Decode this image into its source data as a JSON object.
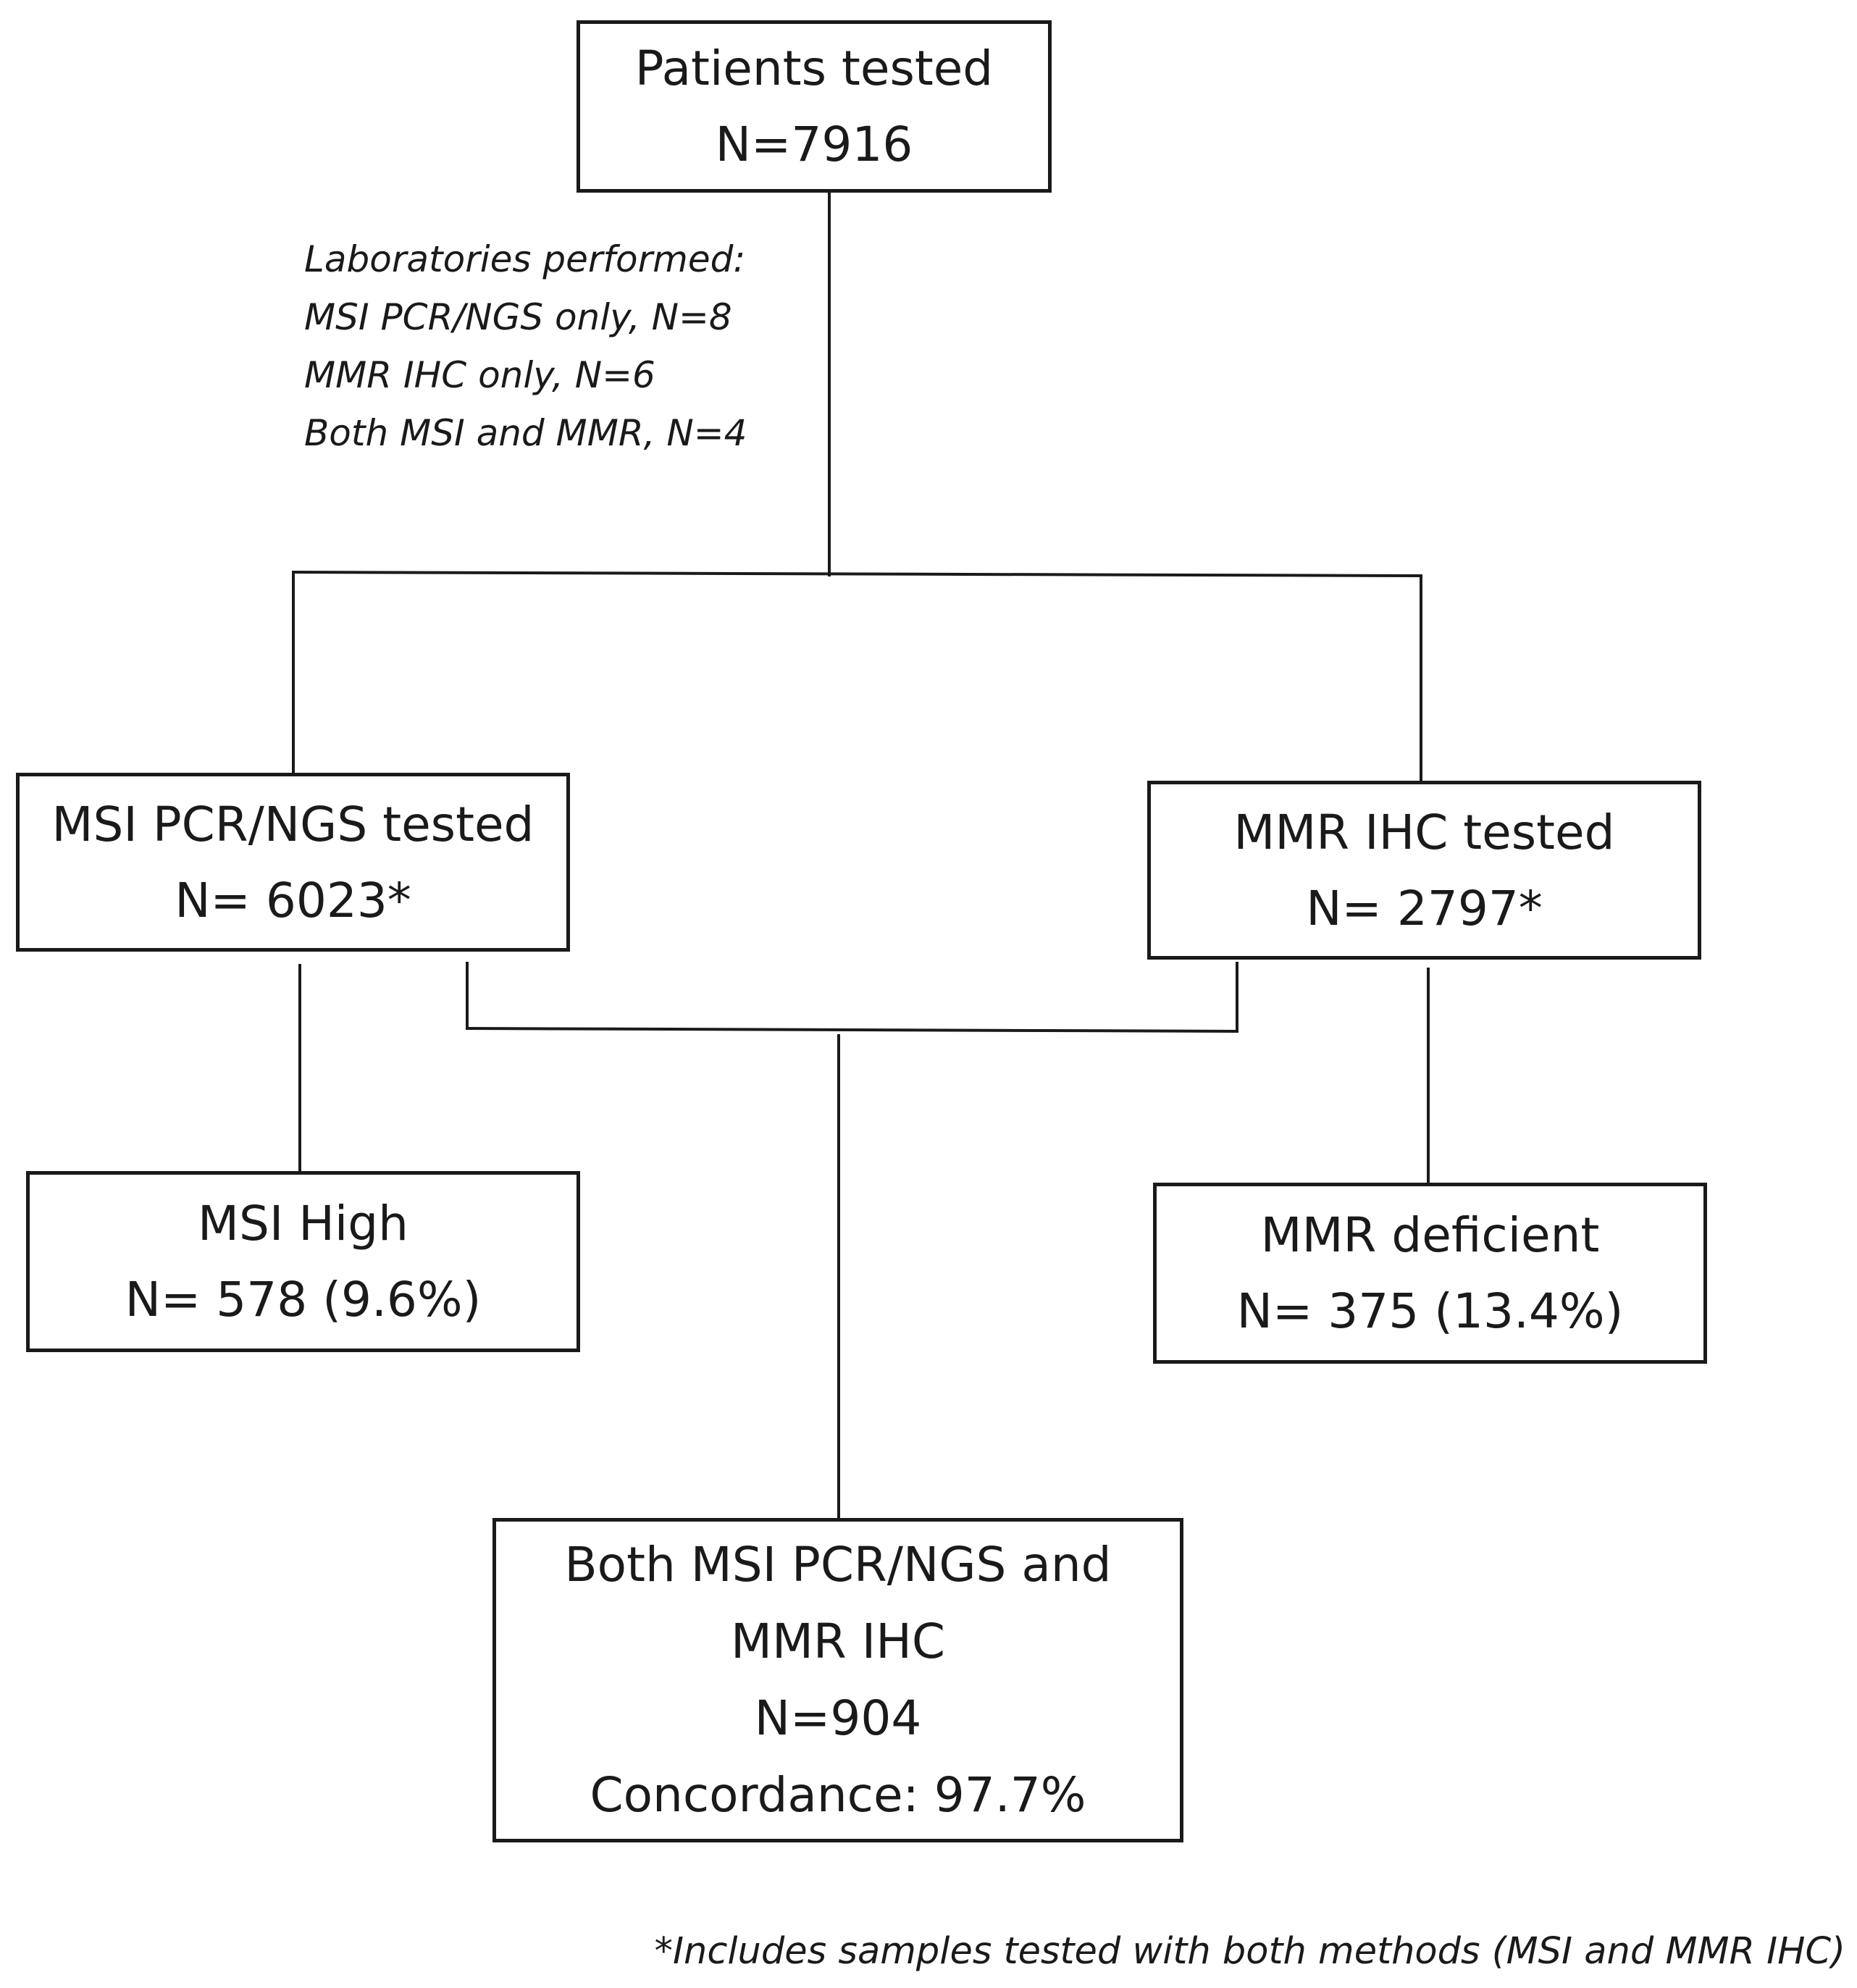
{
  "boxes": {
    "patients": {
      "line1": "Patients tested",
      "line2": "N=7916"
    },
    "msi_tested": {
      "line1": "MSI PCR/NGS tested",
      "line2": "N= 6023*"
    },
    "mmr_tested": {
      "line1": "MMR IHC tested",
      "line2": "N= 2797*"
    },
    "msi_high": {
      "line1": "MSI High",
      "line2": "N= 578 (9.6%)"
    },
    "mmr_deficient": {
      "line1": "MMR deficient",
      "line2": "N= 375 (13.4%)"
    },
    "both": {
      "line1": "Both MSI PCR/NGS and",
      "line2": "MMR IHC",
      "line3": "N=904",
      "line4": "Concordance: 97.7%"
    }
  },
  "lab_note": {
    "heading": "Laboratories performed:",
    "items": [
      "MSI PCR/NGS only, N=8",
      "MMR IHC only, N=6",
      "Both MSI and MMR, N=4"
    ]
  },
  "footnote": "*Includes samples tested with both methods (MSI and MMR IHC)"
}
